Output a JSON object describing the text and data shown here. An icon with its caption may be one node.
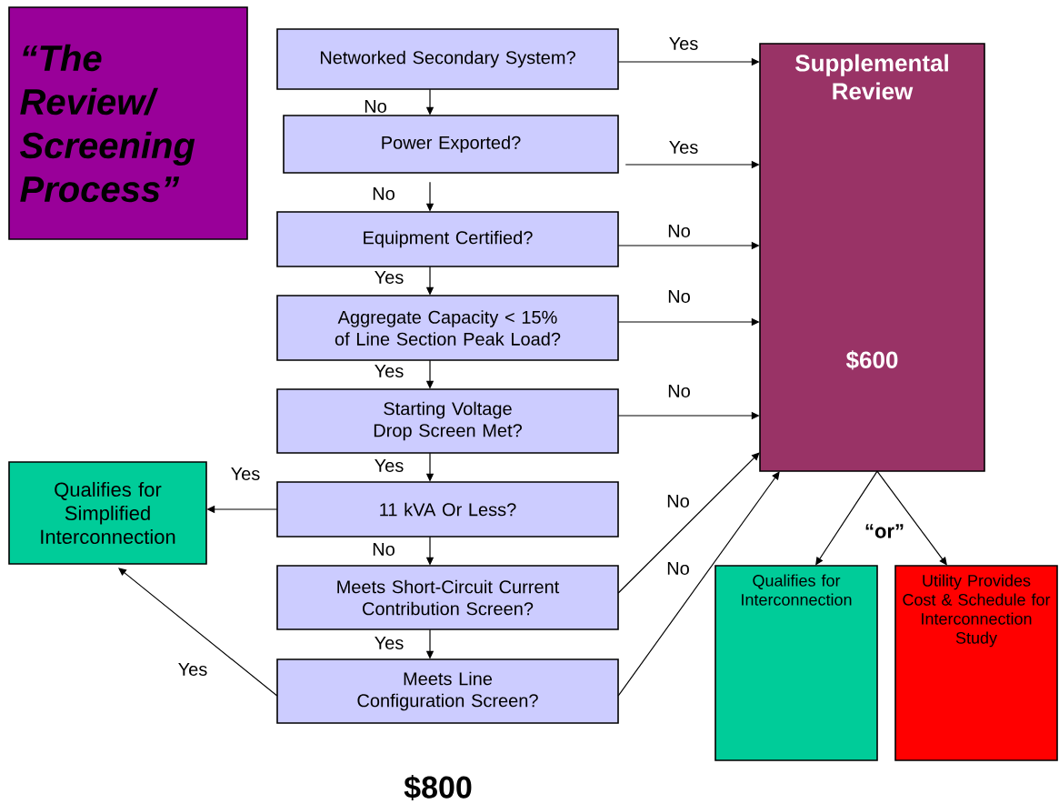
{
  "diagram": {
    "nodes": [
      {
        "text": [
          "“The Review/ Screening Process”"
        ]
      },
      {
        "text": [
          "Networked Secondary System?"
        ]
      },
      {
        "text": [
          "Power Exported?"
        ]
      },
      {
        "text": [
          "Equipment Certified?"
        ]
      },
      {
        "text": [
          "Aggregate Capacity < 15% of Line Section Peak Load?"
        ]
      },
      {
        "text": [
          "Starting Voltage Drop Screen Met?"
        ]
      },
      {
        "text": [
          "11 kVA Or Less?"
        ]
      },
      {
        "text": [
          "Meets Short-Circuit Current Contribution Screen?"
        ]
      },
      {
        "text": [
          "Meets Line Configuration Screen?"
        ]
      },
      {
        "text": [
          "Supplemental Review",
          "$600"
        ]
      },
      {
        "text": [
          "Qualifies for Simplified Interconnection"
        ]
      },
      {
        "text": [
          "Qualifies for Interconnection"
        ]
      },
      {
        "text": [
          "Utility Provides Cost & Schedule for Interconnection Study"
        ]
      }
    ],
    "edges": [
      {
        "from": 1,
        "to": 9,
        "arrow": "to",
        "label": "Yes"
      },
      {
        "from": 1,
        "to": 2,
        "arrow": "to",
        "label": "No"
      },
      {
        "from": 2,
        "to": 9,
        "arrow": "to",
        "label": "Yes"
      },
      {
        "from": 2,
        "to": 3,
        "arrow": "to",
        "label": "No"
      },
      {
        "from": 3,
        "to": 9,
        "arrow": "to",
        "label": "No"
      },
      {
        "from": 3,
        "to": 4,
        "arrow": "to",
        "label": "Yes"
      },
      {
        "from": 4,
        "to": 9,
        "arrow": "to",
        "label": "No"
      },
      {
        "from": 4,
        "to": 5,
        "arrow": "to",
        "label": "Yes"
      },
      {
        "from": 5,
        "to": 9,
        "arrow": "to",
        "label": "No"
      },
      {
        "from": 5,
        "to": 6,
        "arrow": "to",
        "label": "Yes"
      },
      {
        "from": 6,
        "to": 10,
        "arrow": "to",
        "label": "Yes"
      },
      {
        "from": 6,
        "to": 7,
        "arrow": "to",
        "label": "No"
      },
      {
        "from": 7,
        "to": 9,
        "arrow": "to",
        "label": "No"
      },
      {
        "from": 7,
        "to": 8,
        "arrow": "to",
        "label": "Yes"
      },
      {
        "from": 8,
        "to": 10,
        "arrow": "to",
        "label": "Yes"
      },
      {
        "from": 8,
        "to": 9,
        "arrow": "to",
        "label": "No"
      },
      {
        "from": 9,
        "to": 11,
        "arrow": "to"
      },
      {
        "from": 9,
        "to": 12,
        "arrow": "to"
      }
    ],
    "labels": [
      "“or”",
      "$800"
    ]
  }
}
